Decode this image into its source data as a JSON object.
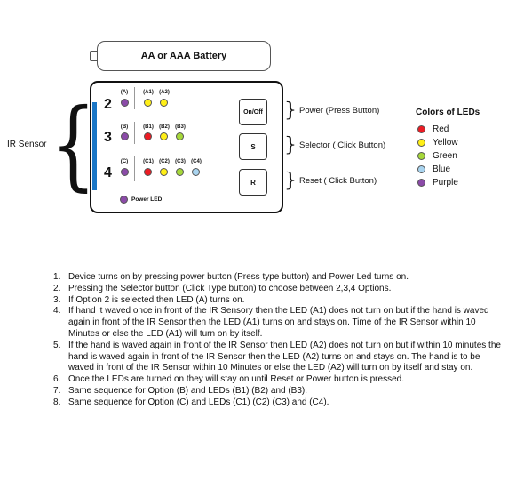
{
  "battery": {
    "label": "AA or AAA Battery"
  },
  "ir_sensor": {
    "label": "IR Sensor"
  },
  "options": [
    {
      "number": "2",
      "selector_label": "(A)",
      "selector_color": "#8b4ba8",
      "leds": [
        {
          "label": "(A1)",
          "color": "#ffef17"
        },
        {
          "label": "(A2)",
          "color": "#ffef17"
        }
      ]
    },
    {
      "number": "3",
      "selector_label": "(B)",
      "selector_color": "#8b4ba8",
      "leds": [
        {
          "label": "(B1)",
          "color": "#ec1c24"
        },
        {
          "label": "(B2)",
          "color": "#ffef17"
        },
        {
          "label": "(B3)",
          "color": "#a6d83a"
        }
      ]
    },
    {
      "number": "4",
      "selector_label": "(C)",
      "selector_color": "#8b4ba8",
      "leds": [
        {
          "label": "(C1)",
          "color": "#ec1c24"
        },
        {
          "label": "(C2)",
          "color": "#ffef17"
        },
        {
          "label": "(C3)",
          "color": "#a6d83a"
        },
        {
          "label": "(C4)",
          "color": "#a9d4ef"
        }
      ]
    }
  ],
  "power_led": {
    "label": "Power LED",
    "color": "#8b4ba8"
  },
  "buttons": {
    "power": {
      "label": "On/Off",
      "desc": "Power   (Press Button)"
    },
    "selector": {
      "label": "S",
      "desc": "Selector ( Click Button)"
    },
    "reset": {
      "label": "R",
      "desc": "Reset ( Click Button)"
    }
  },
  "legend": {
    "title": "Colors of LEDs",
    "items": [
      {
        "label": "Red",
        "color": "#ec1c24"
      },
      {
        "label": "Yellow",
        "color": "#ffef17"
      },
      {
        "label": "Green",
        "color": "#a6d83a"
      },
      {
        "label": "Blue",
        "color": "#a9d4ef"
      },
      {
        "label": "Purple",
        "color": "#8b4ba8"
      }
    ]
  },
  "instructions": [
    {
      "num": "1.",
      "text": "Device turns on by pressing power button (Press type button) and Power Led turns on."
    },
    {
      "num": "2.",
      "text": "Pressing the Selector button (Click Type button) to choose between 2,3,4 Options."
    },
    {
      "num": "3.",
      "text": "If Option 2 is selected then LED (A) turns on."
    },
    {
      "num": "4.",
      "text": "If hand it waved once in front of the IR Sensory then the LED (A1) does not turn on but if the hand is waved again in front of the IR Sensor then the LED (A1) turns on and stays on. Time of the IR Sensor within 10 Minutes or else the LED (A1) will turn on by itself."
    },
    {
      "num": "5.",
      "text": " If the hand is waved again in front of the IR Sensor then LED (A2) does not turn on but if within 10 minutes the hand is waved again in front of the IR Sensor then the LED (A2) turns on and stays on. The hand is to be waved in front of the IR Sensor within 10 Minutes or else the LED (A2) will turn on by itself and stay on."
    },
    {
      "num": "6.",
      "text": "Once the LEDs are turned on they will stay on until Reset or Power button is pressed."
    },
    {
      "num": "7.",
      "text": "Same sequence for Option (B) and LEDs (B1) (B2) and (B3)."
    },
    {
      "num": "8.",
      "text": "Same sequence for Option (C) and LEDs (C1) (C2) (C3) and (C4)."
    }
  ]
}
